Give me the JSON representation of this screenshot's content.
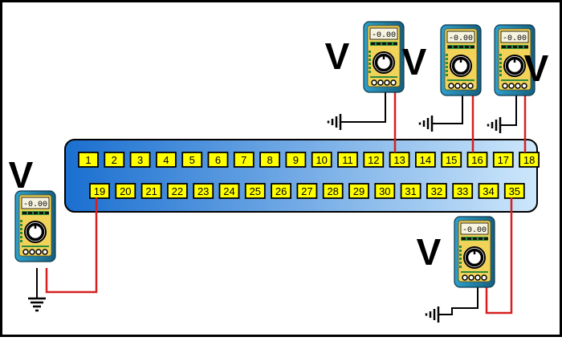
{
  "connector": {
    "top_row": [
      "1",
      "2",
      "3",
      "4",
      "5",
      "6",
      "7",
      "8",
      "9",
      "10",
      "11",
      "12",
      "13",
      "14",
      "15",
      "16",
      "17",
      "18"
    ],
    "bottom_row": [
      "19",
      "20",
      "21",
      "22",
      "23",
      "24",
      "25",
      "26",
      "27",
      "28",
      "29",
      "30",
      "31",
      "32",
      "33",
      "34",
      "35"
    ]
  },
  "meters": [
    {
      "id": "m13",
      "pin": "13",
      "unit_label": "V",
      "display": "-0.00"
    },
    {
      "id": "m16",
      "pin": "16",
      "unit_label": "V",
      "display": "-0.00"
    },
    {
      "id": "m18",
      "pin": "18",
      "unit_label": "V",
      "display": "-0.00"
    },
    {
      "id": "m19",
      "pin": "19",
      "unit_label": "V",
      "display": "-0.00"
    },
    {
      "id": "m35",
      "pin": "35",
      "unit_label": "V",
      "display": "-0.00"
    }
  ],
  "colors": {
    "connector_fill_left": "#1a6fd0",
    "connector_fill_right": "#cde7fb",
    "pin_fill": "#ffff00",
    "wire": "#d62020",
    "meter_body": "#1f7fa8",
    "meter_face": "#f1d35a"
  }
}
